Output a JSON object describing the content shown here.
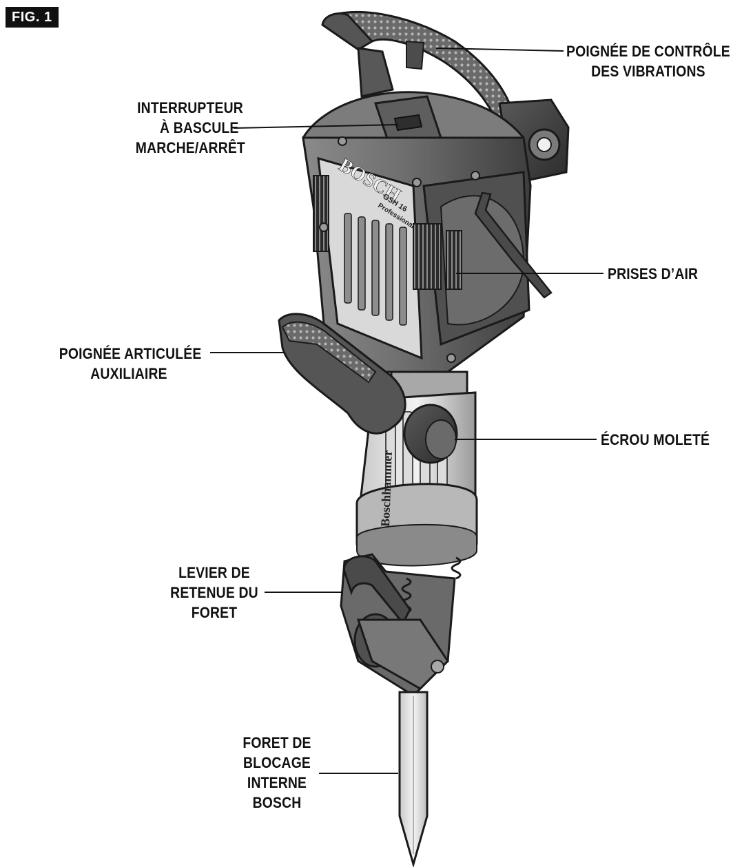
{
  "figure": {
    "tag": "FIG. 1"
  },
  "tool": {
    "brand": "BOSCH",
    "model": "GSH 16",
    "series": "Professional",
    "shaft_brand": "Boschhammer"
  },
  "callouts": {
    "vibration_handle": [
      "POIGNÉE DE CONTRÔLE",
      "DES VIBRATIONS"
    ],
    "rocker_switch": [
      "INTERRUPTEUR",
      "À BASCULE",
      "MARCHE/ARRÊT"
    ],
    "air_vents": [
      "PRISES D’AIR"
    ],
    "aux_handle": [
      "POIGNÉE ARTICULÉE",
      "AUXILIAIRE"
    ],
    "thumb_nut": [
      "ÉCROU MOLETÉ"
    ],
    "bit_lever": [
      "LEVIER DE",
      "RETENUE DU",
      "FORET"
    ],
    "bit": [
      "FORET DE",
      "BLOCAGE",
      "INTERNE",
      "BOSCH"
    ]
  }
}
